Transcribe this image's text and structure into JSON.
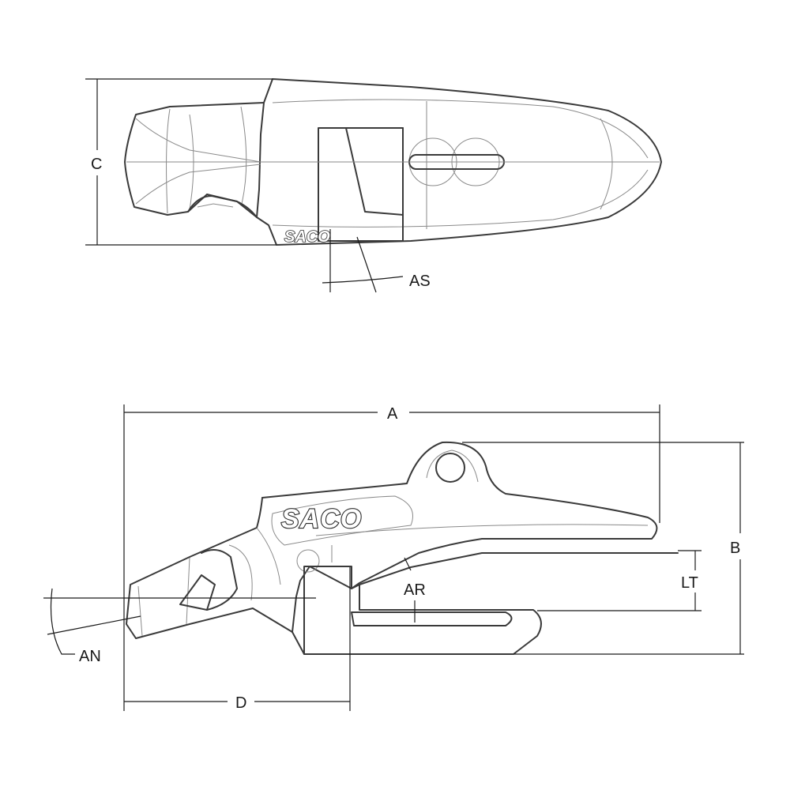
{
  "brand": "SACO",
  "top_view": {
    "labels": {
      "c": "C",
      "as": "AS"
    }
  },
  "side_view": {
    "labels": {
      "a": "A",
      "b": "B",
      "d": "D",
      "lt": "LT",
      "ar": "AR",
      "an": "AN"
    }
  }
}
